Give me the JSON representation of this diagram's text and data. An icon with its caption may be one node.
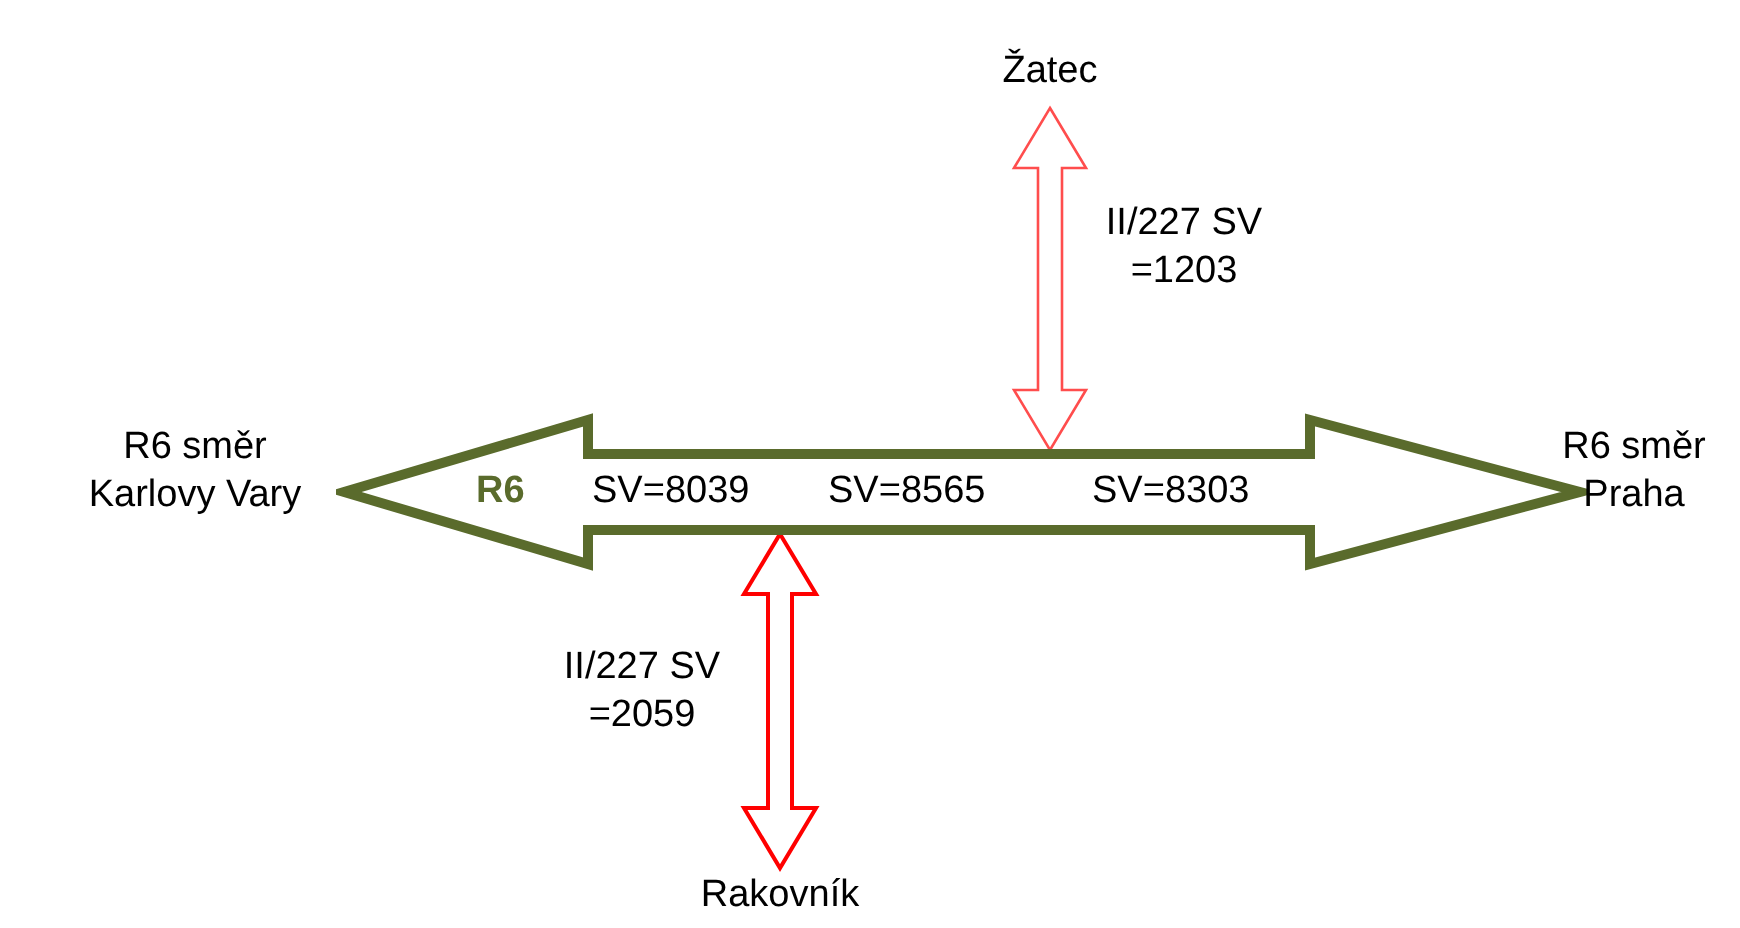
{
  "diagram": {
    "nodes": [
      {
        "text": [
          "Žatec"
        ]
      },
      {
        "text": [
          "R6",
          "SV=8039",
          "SV=8565",
          "SV=8303"
        ]
      },
      {
        "text": [
          "Rakovník"
        ]
      }
    ],
    "edges": [
      {
        "from": 0,
        "to": 1,
        "arrow": "both",
        "label": "II/227 SV =1203",
        "color": "#ff4d4d"
      },
      {
        "from": 2,
        "to": 1,
        "arrow": "both",
        "label": "II/227 SV =2059",
        "color": "#ff0000"
      }
    ],
    "labels": [
      "R6 směr Karlovy Vary",
      "R6 směr Praha"
    ]
  }
}
